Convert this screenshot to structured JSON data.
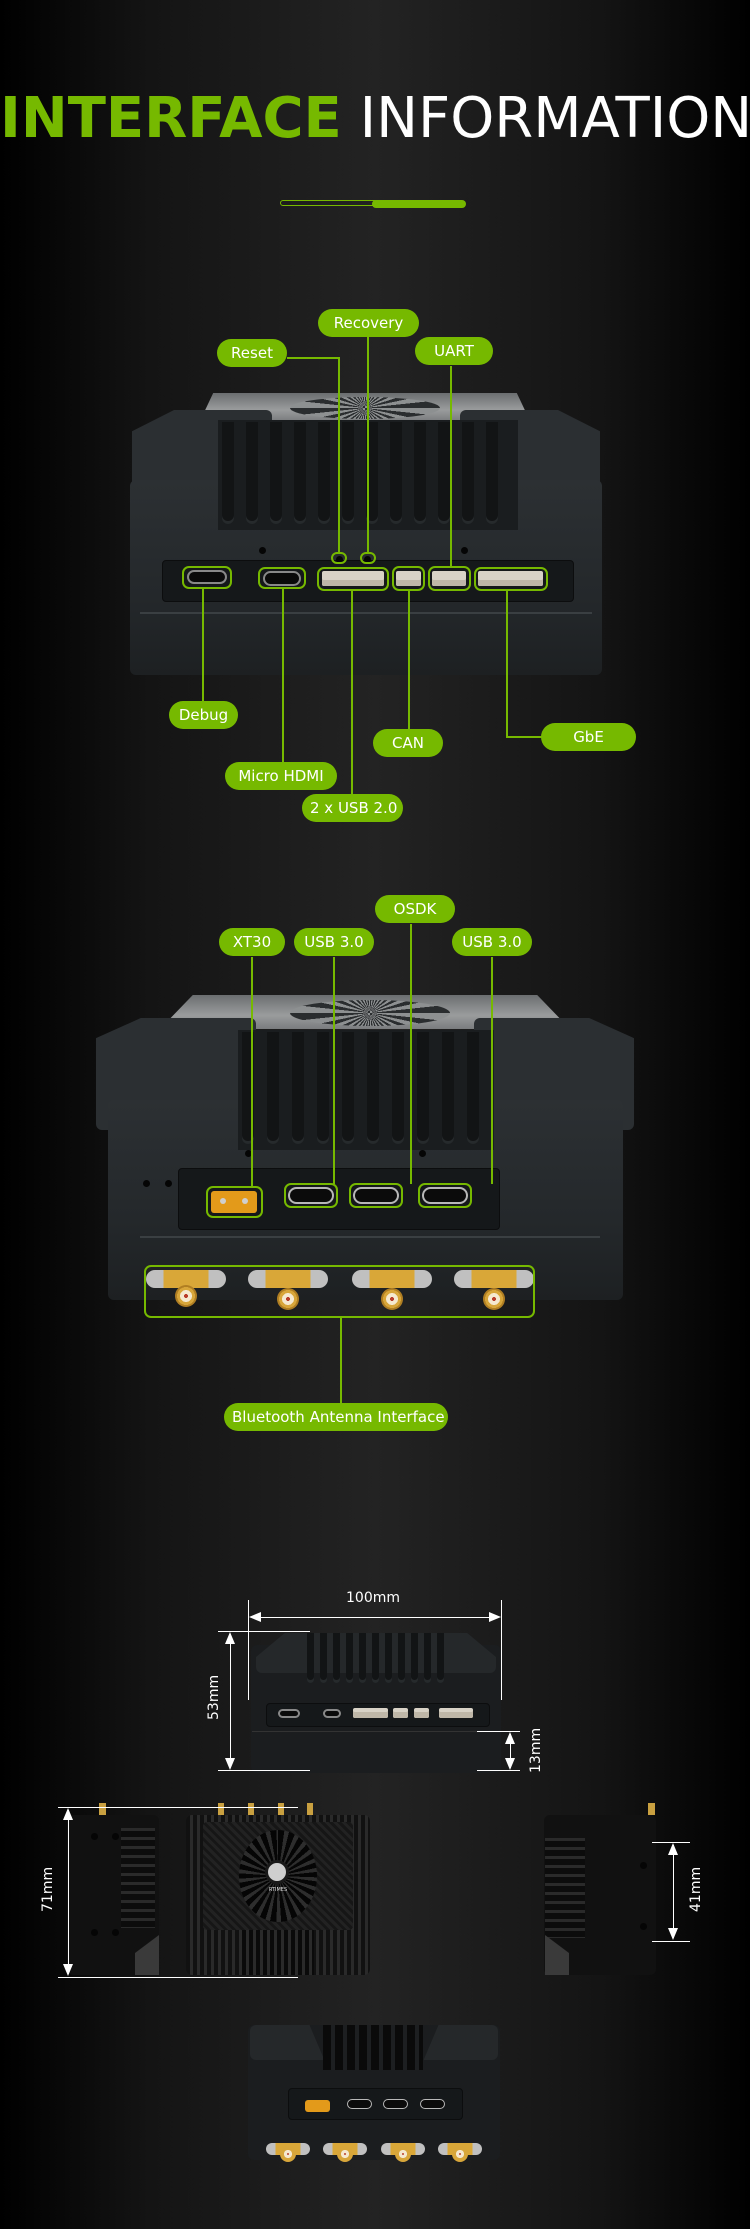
{
  "header": {
    "title_highlight": "INTERFACE",
    "title_rest": "INFORMATION"
  },
  "colors": {
    "accent": "#76b900",
    "text": "#ffffff",
    "background": "#1e1e1e"
  },
  "front_view": {
    "top_labels": [
      "Reset",
      "Recovery",
      "UART"
    ],
    "bottom_labels": [
      "Debug",
      "Micro HDMI",
      "2 x USB 2.0",
      "CAN",
      "GbE"
    ]
  },
  "rear_view": {
    "top_labels": [
      "XT30",
      "USB 3.0",
      "OSDK",
      "USB 3.0"
    ],
    "bottom_label": "Bluetooth Antenna Interface"
  },
  "dimensions": {
    "width": "100mm",
    "height": "53mm",
    "bottom_section": "13mm",
    "depth": "71mm",
    "side_hole_spacing": "41mm",
    "logo_text": "RTIMES"
  }
}
